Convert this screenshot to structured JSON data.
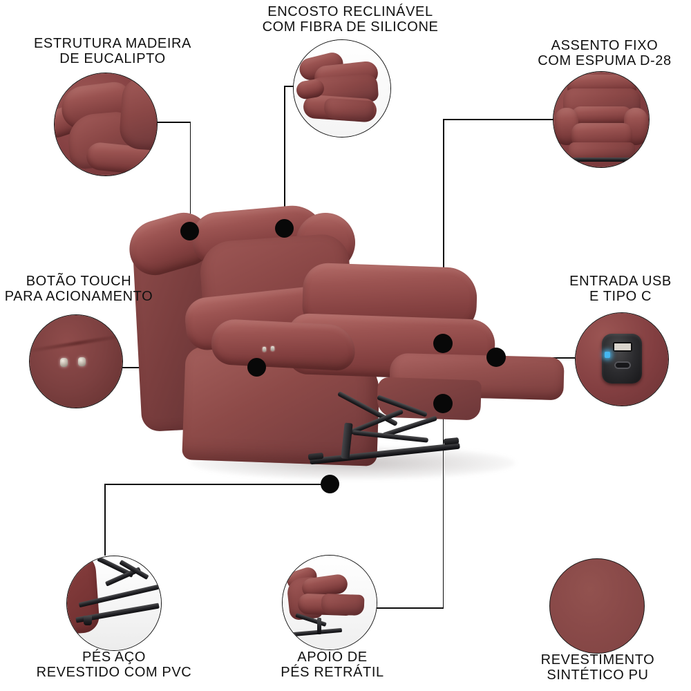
{
  "page": {
    "title": "Poltrona Reclinável - Infográfico de Características",
    "background_color": "#ffffff",
    "text_color": "#111111",
    "leader_color": "#0c0c0c",
    "upholstery_color": "#8A4A49",
    "frame_color": "#1a1a1a",
    "led_color": "#45b7f0"
  },
  "callouts": [
    {
      "id": "estrutura-madeira",
      "label": "ESTRUTURA MADEIRA\nDE EUCALIPTO",
      "position": "top-left",
      "detail": "close-up-da-estrutura-do-encosto"
    },
    {
      "id": "encosto-reclinavel",
      "label": "ENCOSTO RECLINÁVEL\nCOM FIBRA DE SILICONE",
      "position": "top-center",
      "detail": "close-up-do-encosto-reclinado"
    },
    {
      "id": "assento-fixo",
      "label": "ASSENTO FIXO\nCOM ESPUMA D-28",
      "position": "top-right",
      "detail": "vista-frontal-da-poltrona"
    },
    {
      "id": "botao-touch",
      "label": "BOTÃO TOUCH\nPARA ACIONAMENTO",
      "position": "middle-left",
      "detail": "close-up-dos-botoes-touch"
    },
    {
      "id": "entrada-usb",
      "label": "ENTRADA USB\nE TIPO C",
      "position": "middle-right",
      "detail": "close-up-da-entrada-usb-e-tipo-c"
    },
    {
      "id": "pes-aco",
      "label": "PÉS AÇO\nREVESTIDO COM PVC",
      "position": "bottom-left",
      "detail": "close-up-dos-pes-de-aco"
    },
    {
      "id": "apoio-pes",
      "label": "APOIO DE\nPÉS RETRÁTIL",
      "position": "bottom-center",
      "detail": "poltrona-com-apoio-de-pes-estendido"
    },
    {
      "id": "revestimento",
      "label": "REVESTIMENTO\nSINTÉTICO PU",
      "position": "bottom-right",
      "detail": "amostra-de-cor-do-revestimento"
    }
  ],
  "hero": {
    "name": "poltrona-reclinavel-vinho",
    "description": "Poltrona reclinável em PU vinho com apoio de pés retrátil estendido e base de aço"
  }
}
